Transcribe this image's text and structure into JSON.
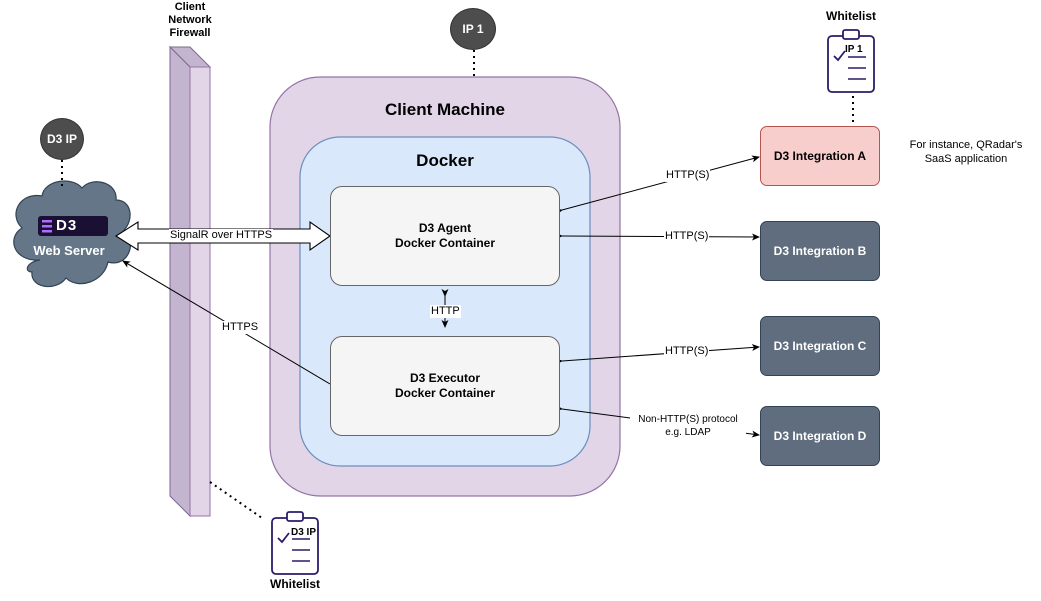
{
  "firewall": {
    "label_line1": "Client",
    "label_line2": "Network",
    "label_line3": "Firewall"
  },
  "ip1_badge": "IP 1",
  "d3ip_badge": "D3 IP",
  "client_machine": {
    "title": "Client Machine"
  },
  "docker": {
    "title": "Docker"
  },
  "agent": {
    "line1": "D3 Agent",
    "line2": "Docker Container"
  },
  "executor": {
    "line1": "D3 Executor",
    "line2": "Docker Container"
  },
  "web_server": {
    "logo_text": "D3",
    "label": "Web Server"
  },
  "integrations": {
    "a": "D3 Integration A",
    "b": "D3 Integration B",
    "c": "D3 Integration C",
    "d": "D3 Integration D"
  },
  "notes": {
    "qradar_line1": "For instance, QRadar's",
    "qradar_line2": "SaaS application"
  },
  "edges": {
    "signalr": "SignalR over HTTPS",
    "https": "HTTPS",
    "http_internal": "HTTP",
    "http_a": "HTTP(S)",
    "http_b": "HTTP(S)",
    "http_c": "HTTP(S)",
    "non_http_line1": "Non-HTTP(S) protocol",
    "non_http_line2": "e.g. LDAP"
  },
  "whitelist_top": {
    "title": "Whitelist",
    "entry": "IP 1"
  },
  "whitelist_bottom": {
    "title": "Whitelist",
    "entry": "D3 IP"
  },
  "colors": {
    "client_machine_fill": "#e1d5e7",
    "client_machine_stroke": "#9673a6",
    "docker_fill": "#dae8fc",
    "docker_stroke": "#6c8ebf",
    "integration_dark": "#5f6d7e",
    "integration_red": "#f8cecc",
    "cloud_fill": "#647687",
    "badge_fill": "#4d4d4d",
    "clipboard_stroke": "#2d1b69"
  }
}
